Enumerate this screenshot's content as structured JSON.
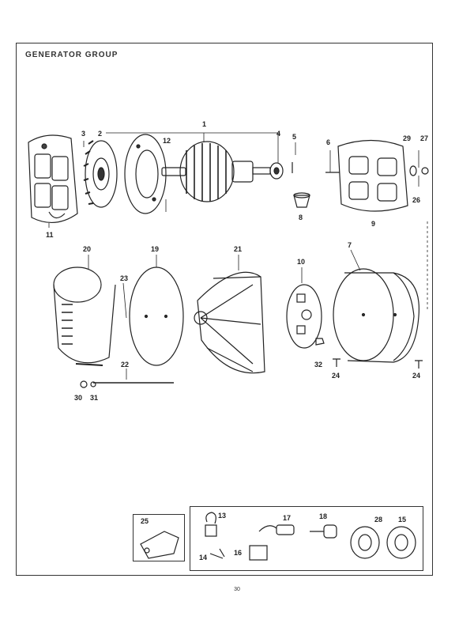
{
  "page": {
    "title": "GENERATOR GROUP",
    "page_number": "30"
  },
  "callouts": [
    "1",
    "2",
    "3",
    "4",
    "5",
    "6",
    "7",
    "8",
    "9",
    "10",
    "11",
    "12",
    "13",
    "14",
    "15",
    "16",
    "17",
    "18",
    "19",
    "20",
    "21",
    "22",
    "23",
    "24",
    "25",
    "26",
    "27",
    "28",
    "29",
    "30",
    "31",
    "32"
  ]
}
